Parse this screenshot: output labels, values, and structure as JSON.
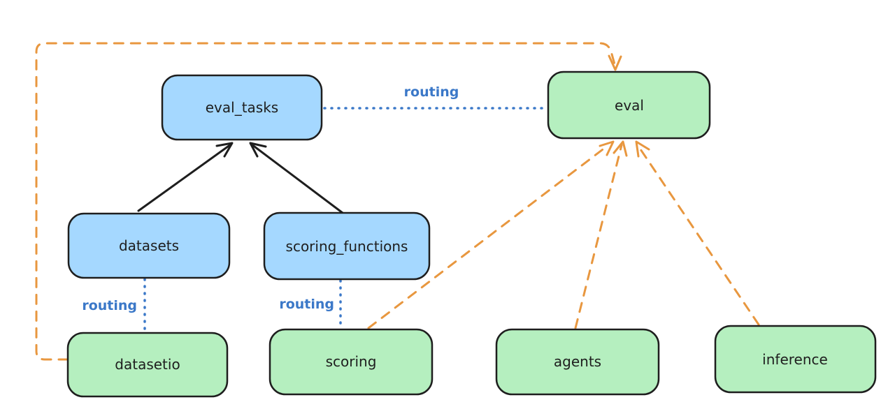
{
  "diagram": {
    "kind": "architecture-diagram",
    "colors": {
      "background": "#ffffff",
      "resource_node_fill": "#a5d8ff",
      "provider_node_fill": "#b5efbf",
      "node_stroke": "#1e1e1e",
      "solid_arrow": "#1e1e1e",
      "routing_blue": "#3b78c8",
      "dependency_orange": "#e8973f"
    },
    "nodes": {
      "eval_tasks": {
        "label": "eval_tasks",
        "color_role": "blue"
      },
      "datasets": {
        "label": "datasets",
        "color_role": "blue"
      },
      "scoring_functions": {
        "label": "scoring_functions",
        "color_role": "blue"
      },
      "eval": {
        "label": "eval",
        "color_role": "green"
      },
      "datasetio": {
        "label": "datasetio",
        "color_role": "green"
      },
      "scoring": {
        "label": "scoring",
        "color_role": "green"
      },
      "agents": {
        "label": "agents",
        "color_role": "green"
      },
      "inference": {
        "label": "inference",
        "color_role": "green"
      }
    },
    "edge_labels": {
      "eval_tasks_eval": "routing",
      "datasets_datasetio": "routing",
      "scoring_functions_scoring": "routing"
    },
    "edges": [
      {
        "from": "datasets",
        "to": "eval_tasks",
        "style": "solid-black-arrow"
      },
      {
        "from": "scoring_functions",
        "to": "eval_tasks",
        "style": "solid-black-arrow"
      },
      {
        "from": "eval_tasks",
        "to": "eval",
        "style": "dotted-blue",
        "label": "routing"
      },
      {
        "from": "datasets",
        "to": "datasetio",
        "style": "dotted-blue",
        "label": "routing"
      },
      {
        "from": "scoring_functions",
        "to": "scoring",
        "style": "dotted-blue",
        "label": "routing"
      },
      {
        "from": "datasetio",
        "to": "eval",
        "style": "dashed-orange-arrow",
        "route": "around-left-and-top"
      },
      {
        "from": "scoring",
        "to": "eval",
        "style": "dashed-orange-arrow"
      },
      {
        "from": "agents",
        "to": "eval",
        "style": "dashed-orange-arrow"
      },
      {
        "from": "inference",
        "to": "eval",
        "style": "dashed-orange-arrow"
      }
    ]
  }
}
